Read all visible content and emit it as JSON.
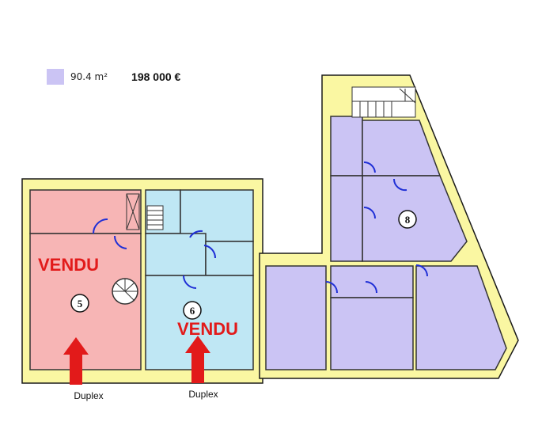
{
  "colors": {
    "wall": "#faf7a2",
    "wall_stroke": "#1a1a1a",
    "unit5": "#f7b5b5",
    "unit6": "#bfe7f4",
    "unit8": "#cbc4f4",
    "door": "#1f2fd6",
    "arrow": "#e21a1a"
  },
  "legend": {
    "area": "90.4 m²",
    "price": "198 000 €"
  },
  "units": [
    {
      "number": "5",
      "status": "VENDU",
      "access": "Duplex"
    },
    {
      "number": "6",
      "status": "VENDU",
      "access": "Duplex"
    },
    {
      "number": "8"
    }
  ]
}
